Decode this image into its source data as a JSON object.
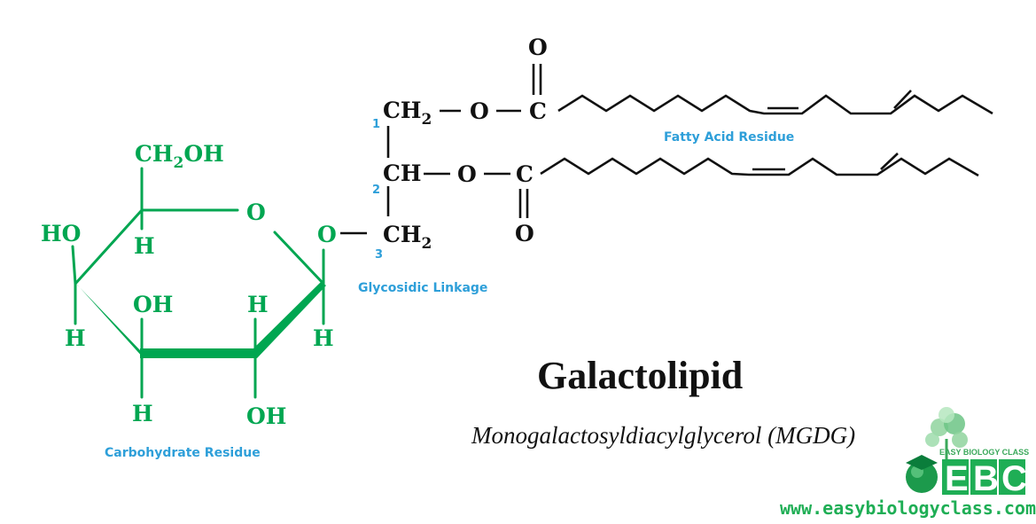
{
  "sugar": {
    "ch2oh_main": "CH",
    "ch2oh_sub": "2",
    "ch2oh_tail": "OH",
    "ring_oxygen": "O",
    "c5_h": "H",
    "c4_ho": "HO",
    "c4_h": "H",
    "c3_oh": "OH",
    "c3_h": "H",
    "c2_h": "H",
    "c2_oh": "OH",
    "c1_h": "H"
  },
  "linkage": {
    "glycosidic_o": "O",
    "c3_main": "CH",
    "c3_sub": "2",
    "c2": "CH",
    "c1_main": "CH",
    "c1_sub": "2",
    "num1": "1",
    "num2": "2",
    "num3": "3"
  },
  "ester1": {
    "o": "O",
    "c": "C",
    "carbonyl_o": "O"
  },
  "ester2": {
    "o": "O",
    "c": "C",
    "carbonyl_o": "O"
  },
  "labels": {
    "fatty_acid": "Fatty Acid Residue",
    "glycosidic": "Glycosidic Linkage",
    "carbohydrate": "Carbohydrate Residue"
  },
  "title": "Galactolipid",
  "subtitle": "Monogalactosyldiacylglycerol (MGDG)",
  "logo": {
    "tagline": "EASY BIOLOGY CLASS",
    "letters": [
      "E",
      "B",
      "C"
    ],
    "website": "www.easybiologyclass.com",
    "colors": {
      "green": "#1fae55",
      "dark_green": "#0a7d3b"
    }
  },
  "colors": {
    "sugar": "#00a651",
    "lipid": "#111111",
    "labels": "#2e9fd9"
  }
}
